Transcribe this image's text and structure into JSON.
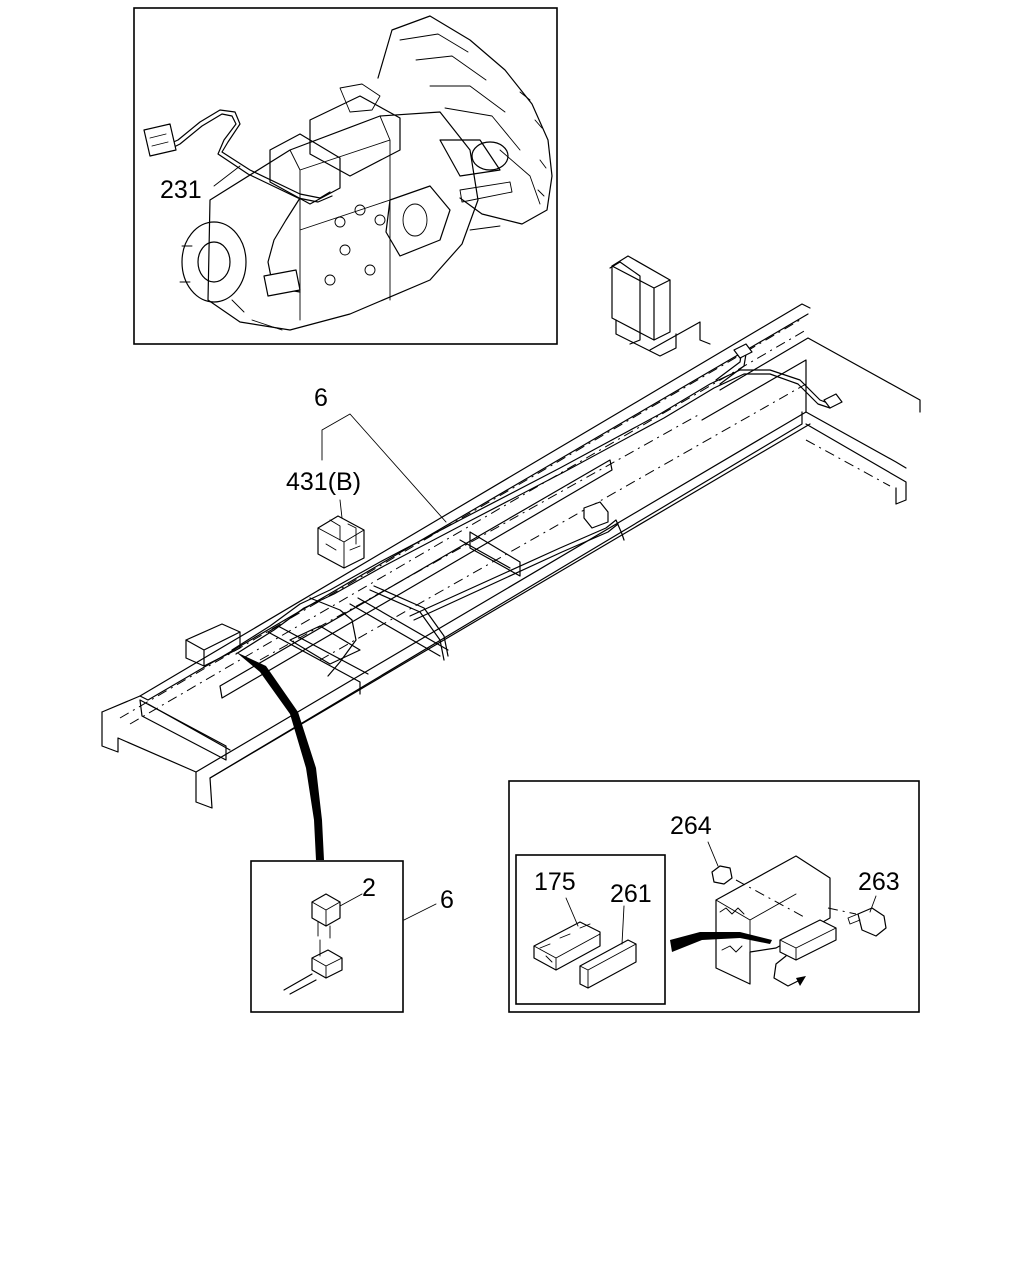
{
  "callouts": {
    "harness_231": "231",
    "harness_6_main": "6",
    "relay_431b": "431(B)",
    "relay_2": "2",
    "harness_6_detail": "6",
    "nut_264": "264",
    "bolt_263": "263",
    "bracket_175": "175",
    "cover_261": "261"
  }
}
